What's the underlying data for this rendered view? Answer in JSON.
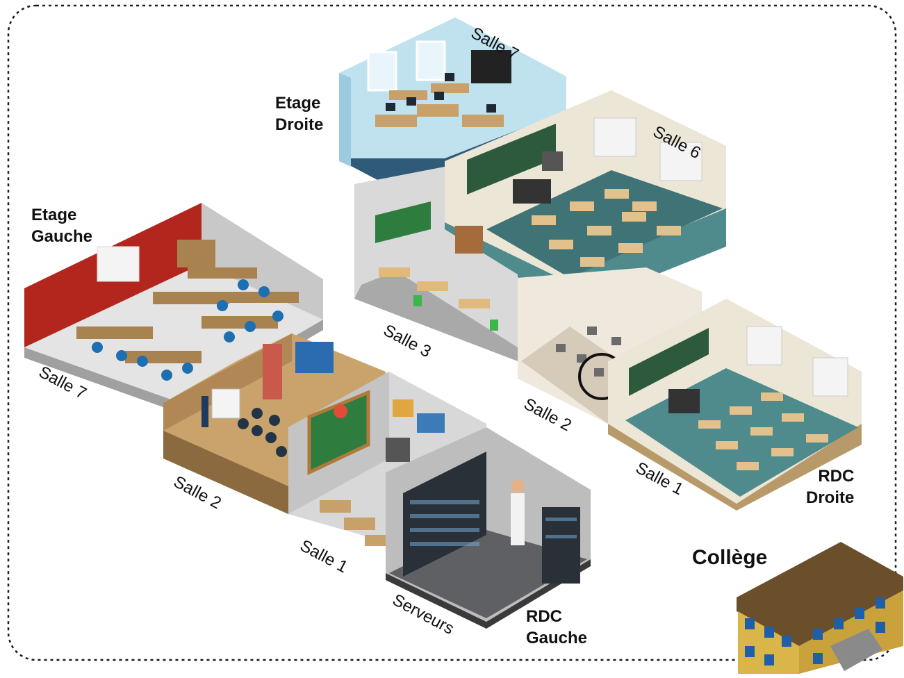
{
  "floor_labels": {
    "etage_droite": [
      "Etage",
      "Droite"
    ],
    "etage_gauche": [
      "Etage",
      "Gauche"
    ],
    "rdc_droite": [
      "RDC",
      "Droite"
    ],
    "rdc_gauche": [
      "RDC",
      "Gauche"
    ]
  },
  "room_labels": {
    "right_salle7": "Salle 7",
    "right_salle6": "Salle 6",
    "right_salle3": "Salle 3",
    "right_salle2": "Salle 2",
    "right_salle1": "Salle 1",
    "left_salle7": "Salle 7",
    "left_salle2": "Salle 2",
    "left_salle1": "Salle 1",
    "left_serveurs": "Serveurs"
  },
  "building_title": "Collège",
  "colors": {
    "dotted_border": "#1a1a1a",
    "red_wall": "#b3261e",
    "blue_wall": "#bfe2ee",
    "dark_floor": "#2f5b78",
    "teal_floor": "#4f8a8c",
    "beige_wall": "#ece6d6",
    "brown_room": "#9c7a4c",
    "grey_floor": "#8a8a8a",
    "server_floor": "#5f6063",
    "building": "#d9b54a",
    "roof": "#6b4f2a"
  }
}
